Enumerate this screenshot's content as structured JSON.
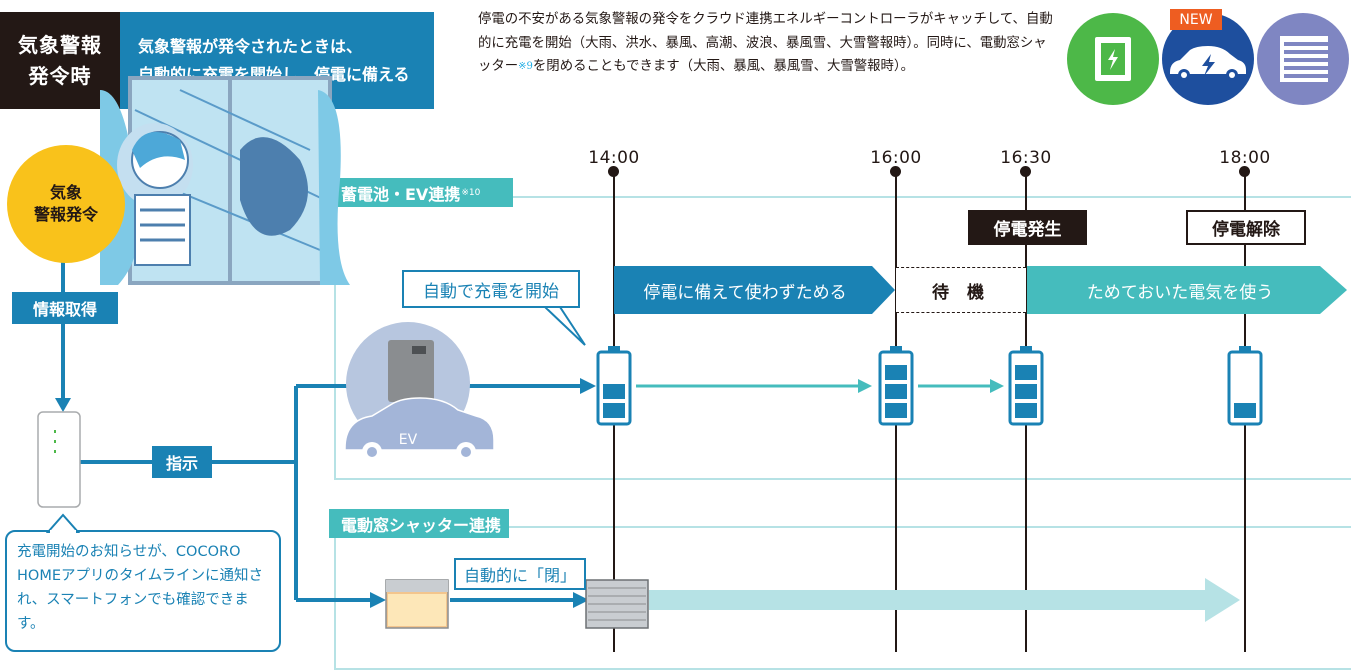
{
  "header": {
    "badge_line1": "気象警報",
    "badge_line2": "発令時",
    "subtitle_line1": "気象警報が発令されたときは、",
    "subtitle_line2": "自動的に充電を開始し、停電に備える",
    "desc_part1": "停電の不安がある気象警報の発令をクラウド連携エネルギーコントローラがキャッチして、自動的に充電を開始（大雨、洪水、暴風、高潮、波浪、暴風雪、大雪警報時）。同時に、電動窓シャッター",
    "desc_note": "※9",
    "desc_part2": "を閉めることもできます（大雨、暴風、暴風雪、大雪警報時）。",
    "new_label": "NEW"
  },
  "colors": {
    "teal": "#45bcbd",
    "blue": "#1a82b4",
    "green": "#4db848",
    "navy": "#1e4f9e",
    "purple": "#7f86c2",
    "yellow": "#f9c21b",
    "orange": "#ee5d21"
  },
  "icons": [
    "power-storage-icon",
    "ev-charging-icon",
    "shutter-icon"
  ],
  "timeline": {
    "times": [
      "14:00",
      "16:00",
      "16:30",
      "18:00"
    ]
  },
  "left": {
    "alert_line1": "気象",
    "alert_line2": "警報発令",
    "info_label": "情報取得",
    "instruct_label": "指示",
    "note": "充電開始のお知らせが、COCORO HOMEアプリのタイムラインに通知され、スマートフォンでも確認できます。"
  },
  "battery_section": {
    "tag": "蓄電池・EV連携",
    "tag_note": "※10",
    "callout": "自動で充電を開始",
    "outage_start": "停電発生",
    "outage_end": "停電解除",
    "arrow_save": "停電に備えて使わずためる",
    "wait": "待 機",
    "arrow_use": "ためておいた電気を使う",
    "ev_label": "EV",
    "battery_levels": [
      2,
      3,
      3,
      1
    ]
  },
  "shutter_section": {
    "tag": "電動窓シャッター連携",
    "callout": "自動的に「閉」"
  }
}
